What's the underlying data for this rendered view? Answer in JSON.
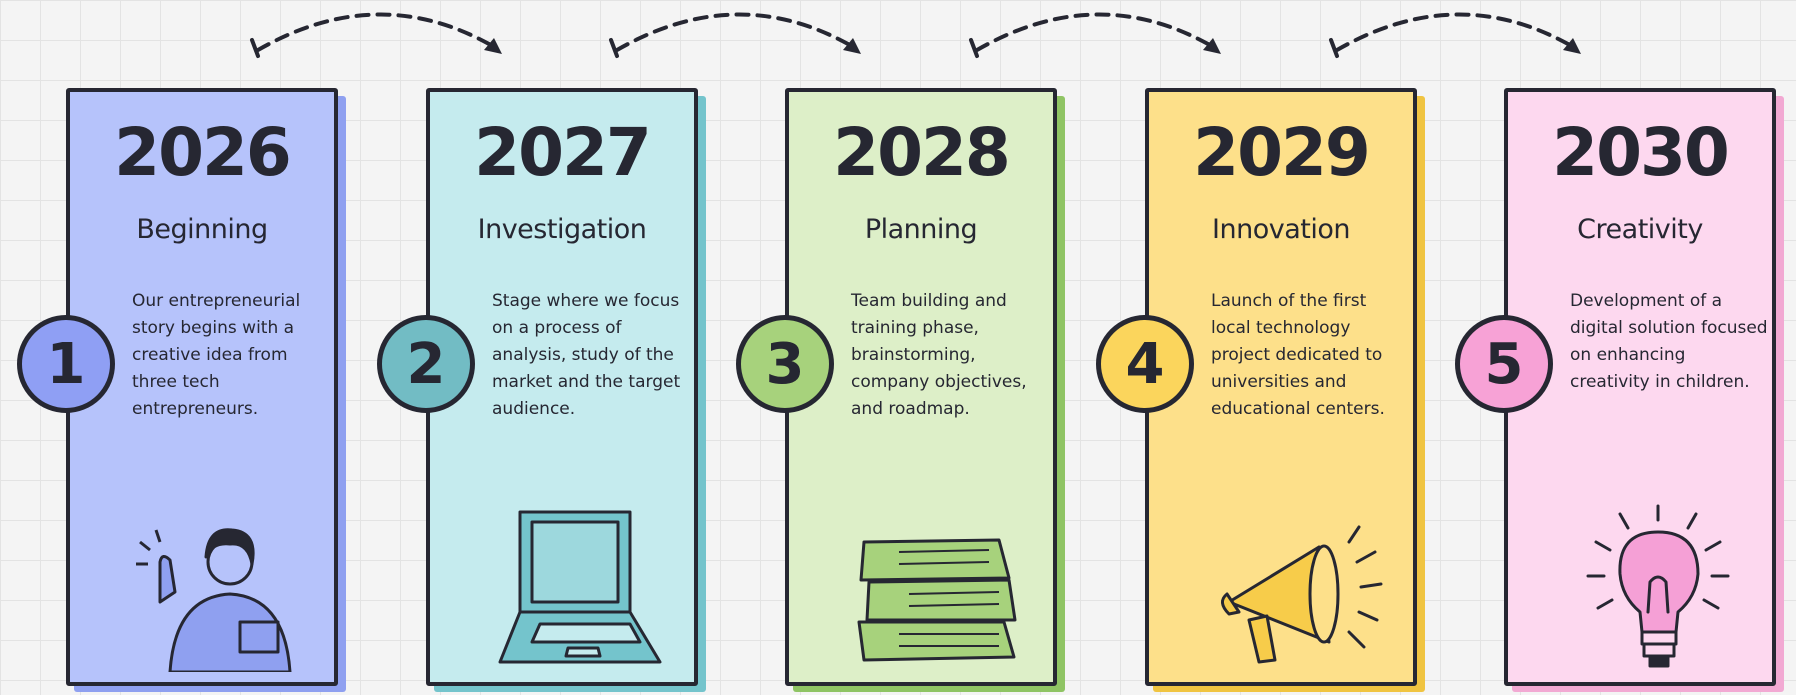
{
  "steps": [
    {
      "number": "1",
      "year": "2026",
      "title": "Beginning",
      "description": "Our entrepreneurial story begins with a creative idea from three tech entrepreneurs.",
      "color": "#b6c3fb",
      "shade": "#8fa0f0",
      "badge": "#8f9ff4",
      "icon": "person-thumb-icon"
    },
    {
      "number": "2",
      "year": "2027",
      "title": "Investigation",
      "description": "Stage where we focus on a process of analysis, study of the market and the target audience.",
      "color": "#c5ebee",
      "shade": "#74c4cc",
      "badge": "#72bcc4",
      "icon": "laptop-icon"
    },
    {
      "number": "3",
      "year": "2028",
      "title": "Planning",
      "description": "Team building and training phase, brainstorming, company objectives, and roadmap.",
      "color": "#ddefc8",
      "shade": "#8fc464",
      "badge": "#a7d27c",
      "icon": "books-icon"
    },
    {
      "number": "4",
      "year": "2029",
      "title": "Innovation",
      "description": "Launch of the first local technology project dedicated to universities and educational centers.",
      "color": "#fde08a",
      "shade": "#f0c441",
      "badge": "#fbd55c",
      "icon": "megaphone-icon"
    },
    {
      "number": "5",
      "year": "2030",
      "title": "Creativity",
      "description": "Development of a digital solution focused on enhancing creativity in children.",
      "color": "#fdd8ef",
      "shade": "#f2a9d3",
      "badge": "#f7a2d6",
      "icon": "lightbulb-icon"
    }
  ]
}
